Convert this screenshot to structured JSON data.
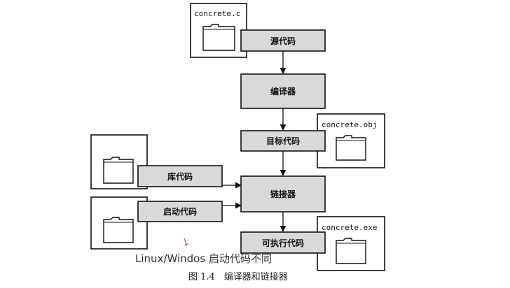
{
  "files": {
    "source_file": "concrete.c",
    "object_file": "concrete.obj",
    "exe_file": "concrete.exe"
  },
  "stages": {
    "source_code": "源代码",
    "compiler": "编译器",
    "object_code": "目标代码",
    "library_code": "库代码",
    "linker": "链接器",
    "startup_code": "启动代码",
    "executable_code": "可执行代码"
  },
  "note": "Linux/Windos 启动代码不同",
  "caption": "图 1.4　编译器和链接器",
  "colors": {
    "box_fill": "#d9d9d9",
    "stroke": "#111111",
    "note_mark": "#e05050"
  }
}
